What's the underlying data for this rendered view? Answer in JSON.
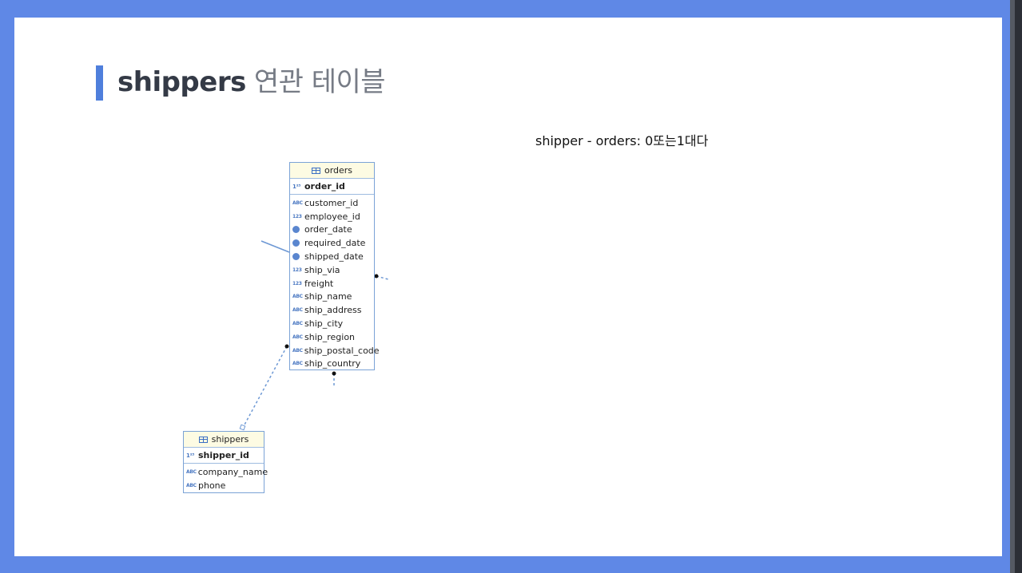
{
  "slide": {
    "title_main": "shippers",
    "title_sub": "연관 테이블",
    "note": "shipper - orders: 0또는1대다"
  },
  "icons": {
    "table": "table-icon",
    "key": "primary-key-icon",
    "text": "text-type-icon",
    "number": "numeric-type-icon",
    "date": "date-type-icon"
  },
  "colors": {
    "frame": "#5f88e6",
    "accent": "#4f7fdc",
    "entity_border": "#7ba3d6",
    "entity_header": "#fdfbe3"
  },
  "orders_table": {
    "name": "orders",
    "pk": {
      "name": "order_id",
      "icon_text": "1²³"
    },
    "columns": [
      {
        "name": "customer_id",
        "icon_text": "ABC"
      },
      {
        "name": "employee_id",
        "icon_text": "123"
      },
      {
        "name": "order_date",
        "icon_text": ""
      },
      {
        "name": "required_date",
        "icon_text": ""
      },
      {
        "name": "shipped_date",
        "icon_text": ""
      },
      {
        "name": "ship_via",
        "icon_text": "123"
      },
      {
        "name": "freight",
        "icon_text": "123"
      },
      {
        "name": "ship_name",
        "icon_text": "ABC"
      },
      {
        "name": "ship_address",
        "icon_text": "ABC"
      },
      {
        "name": "ship_city",
        "icon_text": "ABC"
      },
      {
        "name": "ship_region",
        "icon_text": "ABC"
      },
      {
        "name": "ship_postal_code",
        "icon_text": "ABC"
      },
      {
        "name": "ship_country",
        "icon_text": "ABC"
      }
    ]
  },
  "shippers_table": {
    "name": "shippers",
    "pk": {
      "name": "shipper_id",
      "icon_text": "1²³"
    },
    "columns": [
      {
        "name": "company_name",
        "icon_text": "ABC"
      },
      {
        "name": "phone",
        "icon_text": "ABC"
      }
    ]
  }
}
